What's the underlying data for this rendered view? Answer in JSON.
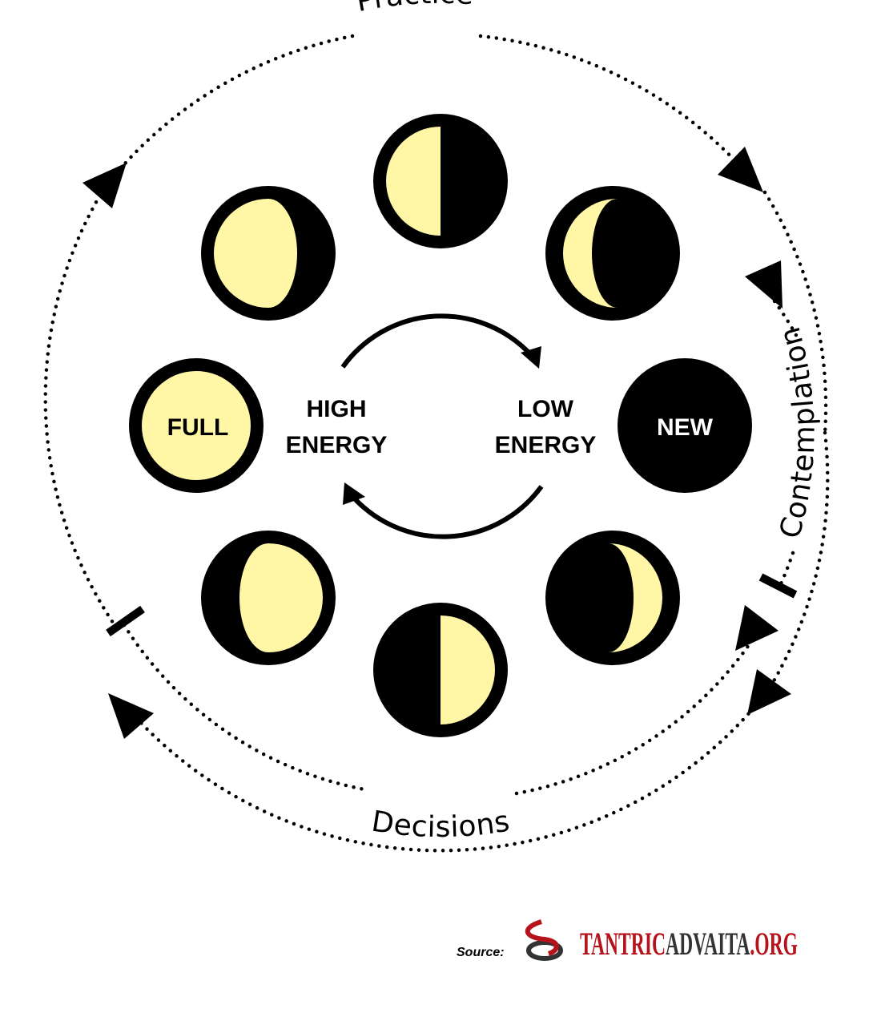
{
  "cycle_labels": {
    "practice": "Practice",
    "contemplation": "Contemplation",
    "decisions": "Decisions"
  },
  "center": {
    "high_line1": "HIGH",
    "high_line2": "ENERGY",
    "low_line1": "LOW",
    "low_line2": "ENERGY"
  },
  "moons": {
    "full": "FULL",
    "new": "NEW"
  },
  "source": {
    "label": "Source:",
    "logo_part1": "TANTRIC",
    "logo_part2": "ADVAITA",
    "logo_part3": ".ORG"
  },
  "colors": {
    "moon_light": "#FFF7A6",
    "moon_dark": "#000000",
    "logo_red": "#B5121B",
    "logo_dark": "#333333"
  }
}
